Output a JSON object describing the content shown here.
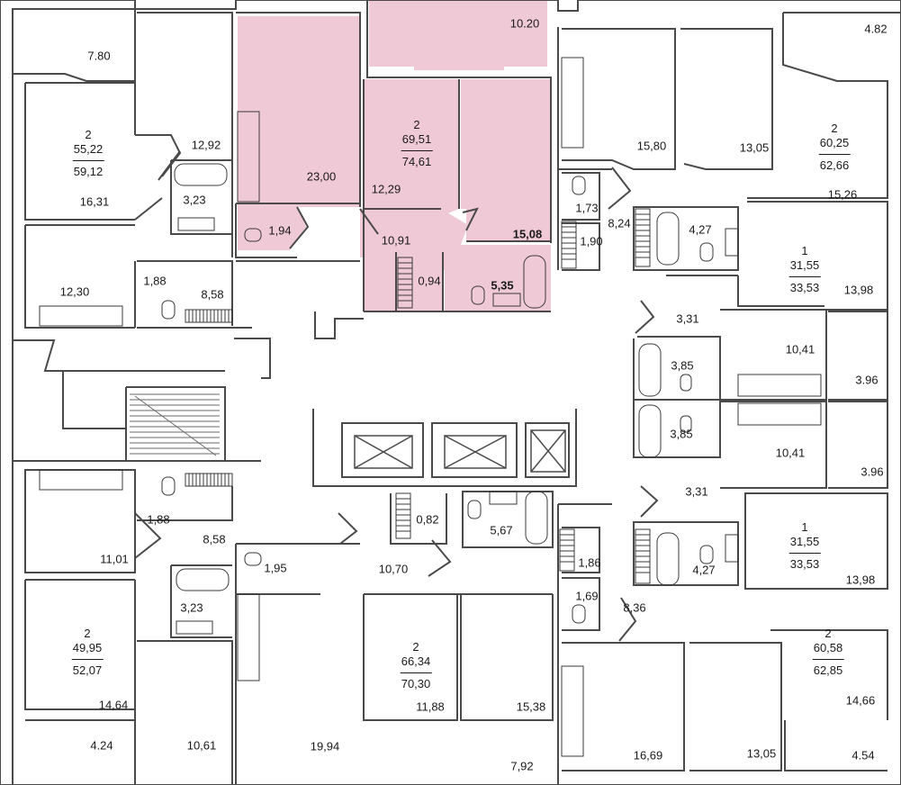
{
  "highlight_color": "#efcad6",
  "apartments": [
    {
      "id": "nw",
      "rooms": "2",
      "living": "55,22",
      "total": "59,12"
    },
    {
      "id": "center-top",
      "rooms": "2",
      "living": "69,51",
      "total": "74,61"
    },
    {
      "id": "ne",
      "rooms": "2",
      "living": "60,25",
      "total": "62,66"
    },
    {
      "id": "e-upper",
      "rooms": "1",
      "living": "31,55",
      "total": "33,53"
    },
    {
      "id": "e-lower",
      "rooms": "1",
      "living": "31,55",
      "total": "33,53"
    },
    {
      "id": "sw",
      "rooms": "2",
      "living": "49,95",
      "total": "52,07"
    },
    {
      "id": "center-bottom",
      "rooms": "2",
      "living": "66,34",
      "total": "70,30"
    },
    {
      "id": "se",
      "rooms": "2",
      "living": "60,58",
      "total": "62,85"
    }
  ],
  "room_areas": [
    "7.80",
    "16,31",
    "12,30",
    "12,92",
    "3,23",
    "1,88",
    "8,58",
    "23,00",
    "1,94",
    "10.20",
    "12,29",
    "10,91",
    "0,94",
    "15,08",
    "5,35",
    "15,80",
    "1,73",
    "1,90",
    "8,24",
    "4,27",
    "13,05",
    "4.82",
    "15,26",
    "13,98",
    "3,31",
    "10,41",
    "3,85",
    "3.96",
    "3,85",
    "10,41",
    "3.96",
    "3,31",
    "13,98",
    "1,86",
    "1,69",
    "4,27",
    "8,36",
    "14,66",
    "4.54",
    "16,69",
    "13,05",
    "15,38",
    "7,92",
    "11,88",
    "19,94",
    "1,95",
    "10,70",
    "0,82",
    "5,67",
    "11,01",
    "1,88",
    "8,58",
    "3,23",
    "14,64",
    "4.24",
    "10,61"
  ]
}
